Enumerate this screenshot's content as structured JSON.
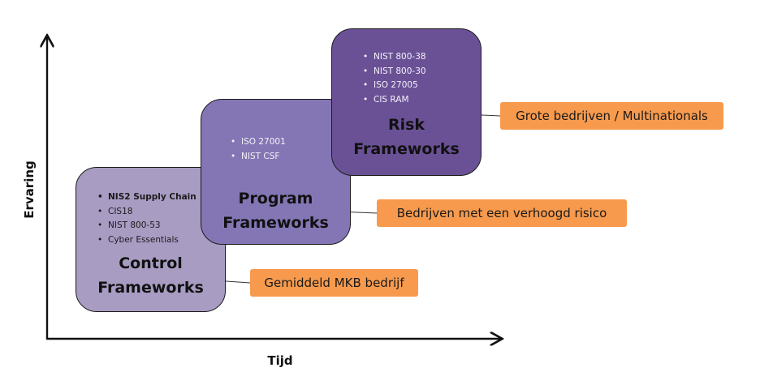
{
  "axes": {
    "y_label": "Ervaring",
    "x_label": "Tijd"
  },
  "boxes": [
    {
      "title_line1": "Control",
      "title_line2": "Frameworks",
      "items": [
        "NIS2 Supply Chain",
        "CIS18",
        "NIST 800-53",
        "Cyber Essentials"
      ],
      "color": "#a89cc3"
    },
    {
      "title_line1": "Program",
      "title_line2": "Frameworks",
      "items": [
        "ISO 27001",
        "NIST CSF"
      ],
      "color": "#8476b4"
    },
    {
      "title_line1": "Risk",
      "title_line2": "Frameworks",
      "items": [
        "NIST 800-38",
        "NIST 800-30",
        "ISO 27005",
        "CIS RAM"
      ],
      "color": "#6a5196"
    }
  ],
  "tags": [
    {
      "label": "Gemiddeld MKB bedrijf"
    },
    {
      "label": "Bedrijven met een verhoogd risico"
    },
    {
      "label": "Grote bedrijven / Multinationals"
    }
  ],
  "tag_color": "#f79a4d"
}
